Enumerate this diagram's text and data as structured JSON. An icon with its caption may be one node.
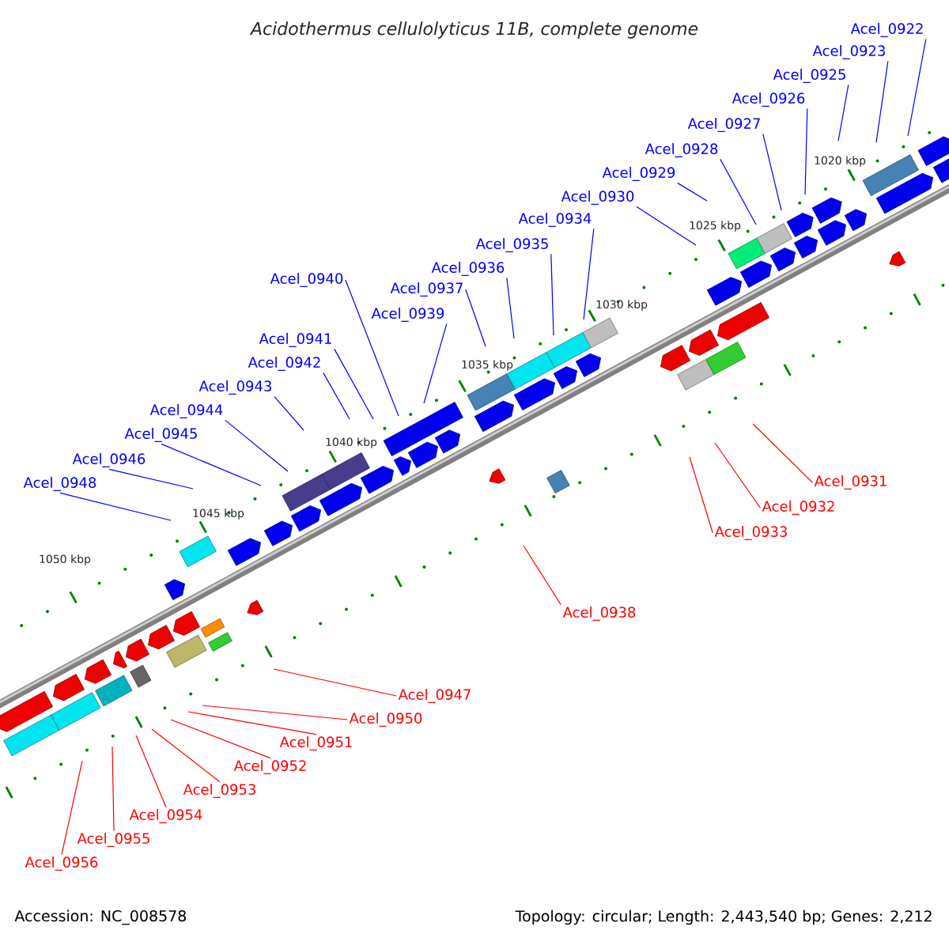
{
  "diagram": {
    "title": "Acidothermus cellulolyticus 11B, complete genome",
    "nodes": [
      {
        "text": [
          "Acel_0922"
        ]
      },
      {
        "text": [
          "Acel_0923"
        ]
      },
      {
        "text": [
          "Acel_0925"
        ]
      },
      {
        "text": [
          "Acel_0926"
        ]
      },
      {
        "text": [
          "Acel_0927"
        ]
      },
      {
        "text": [
          "Acel_0928"
        ]
      },
      {
        "text": [
          "Acel_0929"
        ]
      },
      {
        "text": [
          "Acel_0930"
        ]
      },
      {
        "text": [
          "Acel_0934"
        ]
      },
      {
        "text": [
          "Acel_0935"
        ]
      },
      {
        "text": [
          "Acel_0936"
        ]
      },
      {
        "text": [
          "Acel_0940"
        ]
      },
      {
        "text": [
          "Acel_0937"
        ]
      },
      {
        "text": [
          "Acel_0939"
        ]
      },
      {
        "text": [
          "Acel_0941"
        ]
      },
      {
        "text": [
          "Acel_0942"
        ]
      },
      {
        "text": [
          "Acel_0943"
        ]
      },
      {
        "text": [
          "Acel_0944"
        ]
      },
      {
        "text": [
          "Acel_0945"
        ]
      },
      {
        "text": [
          "Acel_0946"
        ]
      },
      {
        "text": [
          "Acel_0948"
        ]
      },
      {
        "text": [
          "Acel_0931"
        ]
      },
      {
        "text": [
          "Acel_0932"
        ]
      },
      {
        "text": [
          "Acel_0933"
        ]
      },
      {
        "text": [
          "Acel_0938"
        ]
      },
      {
        "text": [
          "Acel_0947"
        ]
      },
      {
        "text": [
          "Acel_0950"
        ]
      },
      {
        "text": [
          "Acel_0951"
        ]
      },
      {
        "text": [
          "Acel_0952"
        ]
      },
      {
        "text": [
          "Acel_0953"
        ]
      },
      {
        "text": [
          "Acel_0954"
        ]
      },
      {
        "text": [
          "Acel_0955"
        ]
      },
      {
        "text": [
          "Acel_0956"
        ]
      }
    ],
    "edges": [
      {
        "from": 0,
        "to": null,
        "arrow": "none"
      },
      {
        "from": 1,
        "to": null,
        "arrow": "none"
      },
      {
        "from": 2,
        "to": null,
        "arrow": "none"
      },
      {
        "from": 3,
        "to": null,
        "arrow": "none"
      },
      {
        "from": 4,
        "to": null,
        "arrow": "none"
      },
      {
        "from": 5,
        "to": null,
        "arrow": "none"
      },
      {
        "from": 6,
        "to": null,
        "arrow": "none"
      },
      {
        "from": 7,
        "to": null,
        "arrow": "none"
      },
      {
        "from": 8,
        "to": null,
        "arrow": "none"
      },
      {
        "from": 9,
        "to": null,
        "arrow": "none"
      },
      {
        "from": 10,
        "to": null,
        "arrow": "none"
      },
      {
        "from": 11,
        "to": null,
        "arrow": "none"
      },
      {
        "from": 12,
        "to": null,
        "arrow": "none"
      },
      {
        "from": 13,
        "to": null,
        "arrow": "none"
      },
      {
        "from": 14,
        "to": null,
        "arrow": "none"
      },
      {
        "from": 15,
        "to": null,
        "arrow": "none"
      },
      {
        "from": 16,
        "to": null,
        "arrow": "none"
      },
      {
        "from": 17,
        "to": null,
        "arrow": "none"
      },
      {
        "from": 18,
        "to": null,
        "arrow": "none"
      },
      {
        "from": 19,
        "to": null,
        "arrow": "none"
      },
      {
        "from": 20,
        "to": null,
        "arrow": "none"
      },
      {
        "from": 21,
        "to": null,
        "arrow": "none",
        "color": "#ff0000"
      },
      {
        "from": 22,
        "to": null,
        "arrow": "none",
        "color": "#ff0000"
      },
      {
        "from": 23,
        "to": null,
        "arrow": "none",
        "color": "#ff0000"
      },
      {
        "from": 24,
        "to": null,
        "arrow": "none",
        "color": "#ff0000"
      },
      {
        "from": 25,
        "to": null,
        "arrow": "none",
        "color": "#ff0000"
      },
      {
        "from": 26,
        "to": null,
        "arrow": "none",
        "color": "#ff0000"
      },
      {
        "from": 27,
        "to": null,
        "arrow": "none",
        "color": "#ff0000"
      },
      {
        "from": 28,
        "to": null,
        "arrow": "none",
        "color": "#ff0000"
      },
      {
        "from": 29,
        "to": null,
        "arrow": "none",
        "color": "#ff0000"
      },
      {
        "from": 30,
        "to": null,
        "arrow": "none",
        "color": "#ff0000"
      },
      {
        "from": 31,
        "to": null,
        "arrow": "none",
        "color": "#ff0000"
      },
      {
        "from": 32,
        "to": null,
        "arrow": "none",
        "color": "#ff0000"
      }
    ],
    "labels": [
      "1020 kbp",
      "1025 kbp",
      "1030 kbp",
      "1035 kbp",
      "1040 kbp",
      "1045 kbp",
      "1050 kbp",
      "Accession: NC_008578",
      "Topology: circular; Length: 2,443,540 bp; Genes: 2,212"
    ]
  }
}
